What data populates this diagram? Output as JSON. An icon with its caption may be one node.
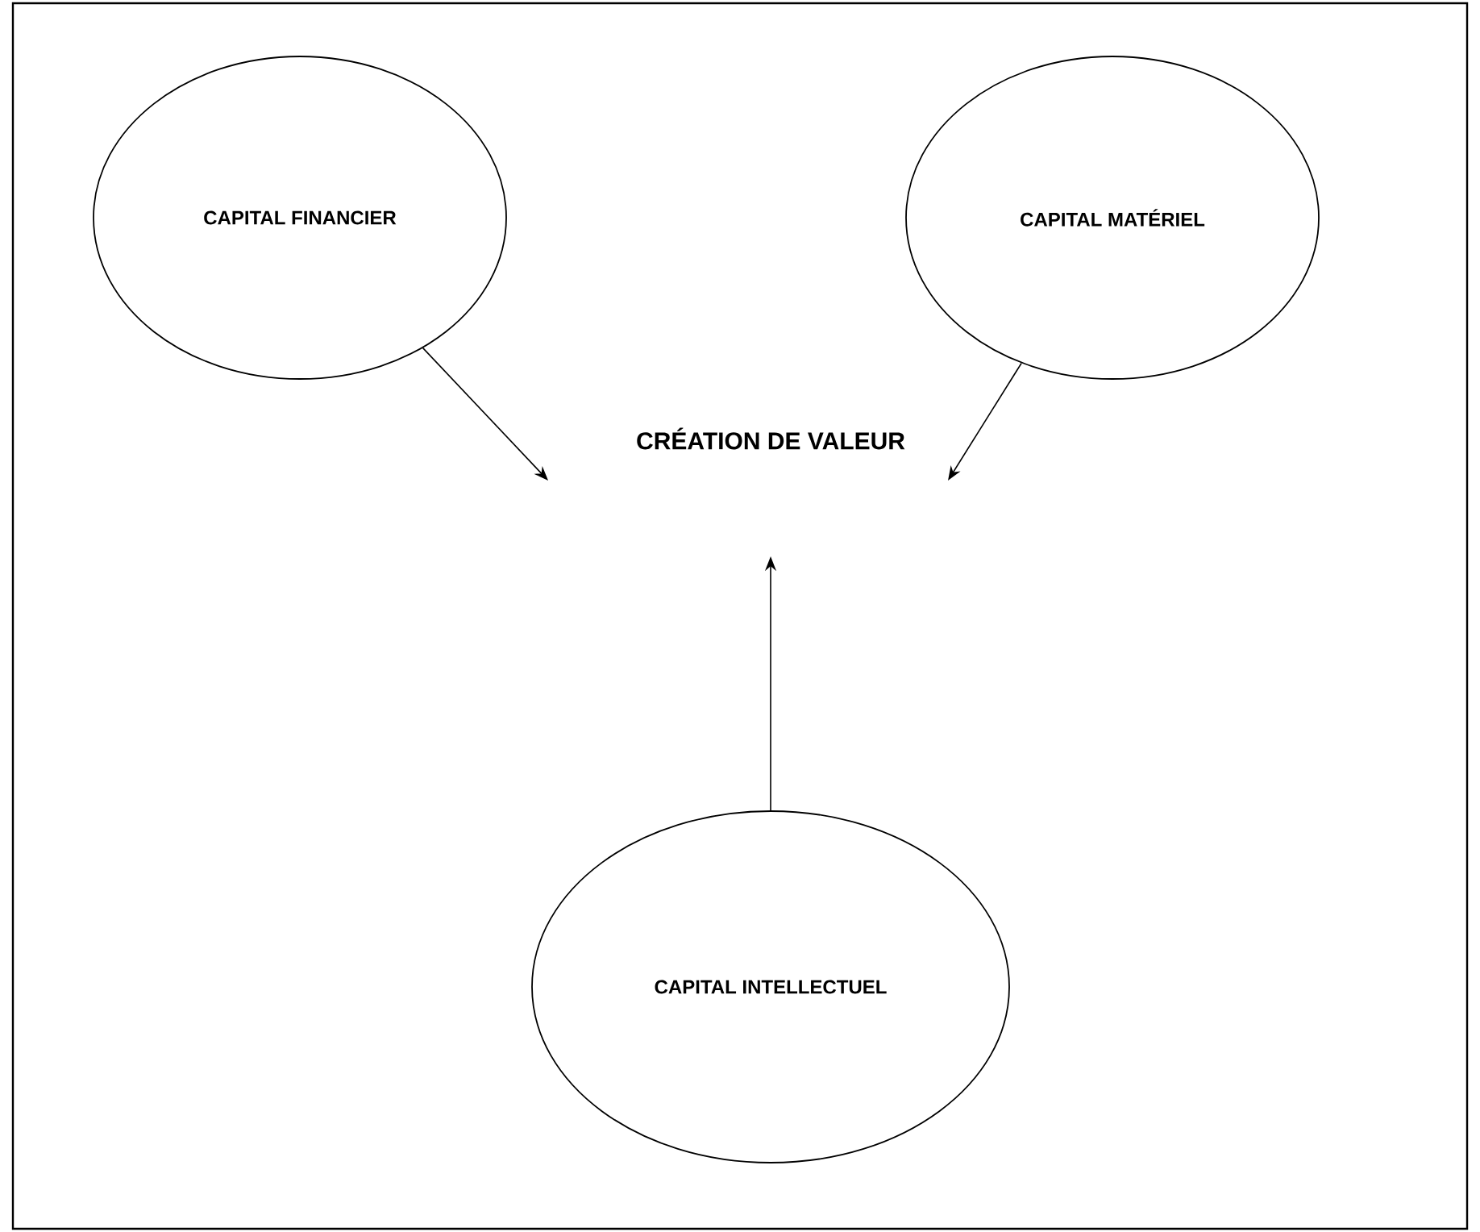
{
  "diagram": {
    "nodes": [
      {
        "text": [
          "CAPITAL FINANCIER"
        ]
      },
      {
        "text": [
          "CAPITAL MATÉRIEL"
        ]
      },
      {
        "text": [
          "CRÉATION DE VALEUR"
        ]
      },
      {
        "text": [
          "CAPITAL INTELLECTUEL"
        ]
      }
    ],
    "edges": [
      {
        "from": 0,
        "to": 2,
        "arrow": "to"
      },
      {
        "from": 1,
        "to": 2,
        "arrow": "to"
      },
      {
        "from": 3,
        "to": 2,
        "arrow": "to"
      }
    ]
  }
}
